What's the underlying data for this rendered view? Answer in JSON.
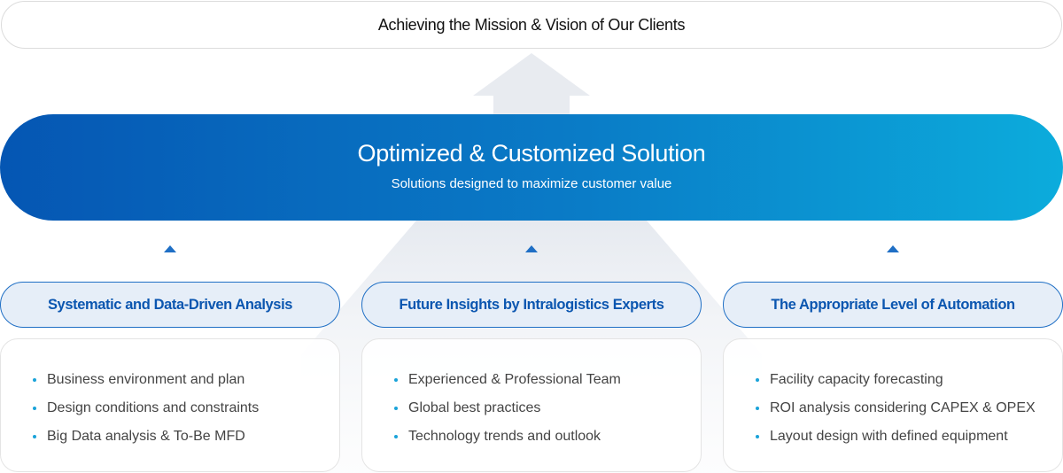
{
  "header": {
    "mission": "Achieving the Mission & Vision of Our Clients"
  },
  "solution": {
    "title": "Optimized & Customized Solution",
    "subtitle": "Solutions designed to maximize customer value"
  },
  "pillars": [
    {
      "title": "Systematic and Data-Driven Analysis",
      "items": [
        "Business environment and plan",
        "Design conditions and constraints",
        "Big Data analysis & To-Be MFD"
      ]
    },
    {
      "title": "Future Insights by Intralogistics Experts",
      "items": [
        "Experienced & Professional Team",
        "Global best practices",
        "Technology trends and outlook"
      ]
    },
    {
      "title": "The Appropriate Level of Automation",
      "items": [
        "Facility capacity forecasting",
        "ROI analysis considering CAPEX & OPEX",
        "Layout design with defined equipment"
      ]
    }
  ],
  "colors": {
    "accent": "#1f6fc5",
    "gradient_start": "#0556b3",
    "gradient_end": "#0cacdc"
  }
}
